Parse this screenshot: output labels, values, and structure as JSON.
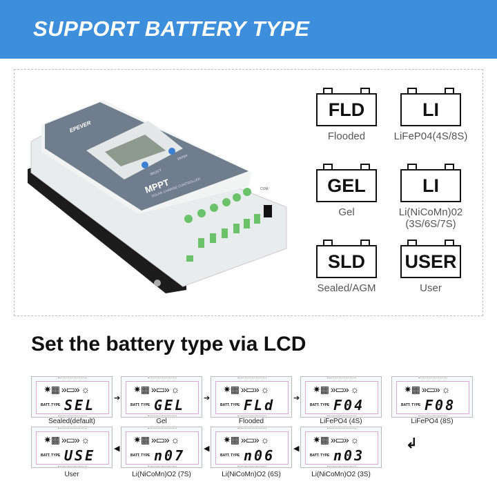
{
  "header": {
    "title": "SUPPORT BATTERY TYPE",
    "background": "#3d8fdb"
  },
  "product": {
    "brand": "EPEVER",
    "model": "MPPT",
    "subtitle": "SOLAR CHARGE CONTROLLER",
    "button_left": "SELECT",
    "button_right": "ENTER",
    "port": "COM"
  },
  "battery_types": [
    {
      "code": "FLD",
      "label": "Flooded"
    },
    {
      "code": "LI",
      "label": "LiFeP04(4S/8S)"
    },
    {
      "code": "GEL",
      "label": "Gel"
    },
    {
      "code": "LI",
      "label": "Li(NiCoMn)02 (3S/6S/7S)"
    },
    {
      "code": "SLD",
      "label": "Sealed/AGM"
    },
    {
      "code": "USER",
      "label": "User"
    }
  ],
  "lcd_section": {
    "title": "Set the battery type via LCD",
    "batt_type_label": "BATT. TYPE",
    "panels": [
      {
        "code": "SEL",
        "label": "Sealed(default)"
      },
      {
        "code": "GEL",
        "label": "Gel"
      },
      {
        "code": "FLd",
        "label": "Flooded"
      },
      {
        "code": "F04",
        "label": "LiFePO4 (4S)"
      },
      {
        "code": "F08",
        "label": "LiFePO4 (8S)"
      },
      {
        "code": "n03",
        "label": "Li(NiCoMn)O2 (3S)"
      },
      {
        "code": "n06",
        "label": "Li(NiCoMn)O2 (6S)"
      },
      {
        "code": "n07",
        "label": "Li(NiCoMn)O2 (7S)"
      },
      {
        "code": "USE",
        "label": "User"
      }
    ]
  }
}
